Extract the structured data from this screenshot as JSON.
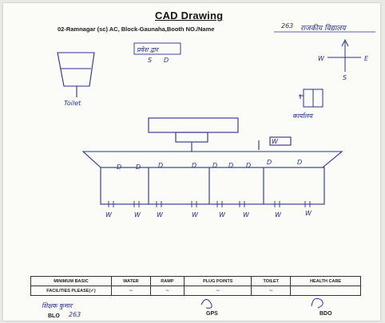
{
  "header": {
    "title": "CAD Drawing",
    "subtitle": "02-Ramnagar (sc) AC, Block-Gaunaha,Booth NO./Name",
    "booth_number": "263",
    "booth_name_handwritten": "राजकीय विद्यालय"
  },
  "drawing": {
    "toilet_label": "Toilet",
    "compass": {
      "west": "W",
      "east": "E",
      "south": "S"
    },
    "window_labels": [
      "W",
      "W",
      "W",
      "W",
      "W",
      "W",
      "W",
      "W"
    ],
    "door_labels": [
      "D",
      "D",
      "D",
      "D",
      "D",
      "D",
      "D",
      "D",
      "D"
    ],
    "entrance_label": "प्रवेश द्वार",
    "entrance_letters": [
      "S",
      "D"
    ],
    "room_hand_note": "कार्यालय",
    "gate_label": "W"
  },
  "facilities_table": {
    "row_header": "MINIMUM BASIC FACILITIES PLEASE(✓)",
    "columns": [
      "WATER",
      "RAMP",
      "PLUG POINTS",
      "TOILET",
      "HEALTH CARE"
    ],
    "values": [
      "~",
      "~",
      "~",
      "~",
      ""
    ]
  },
  "signatures": {
    "blo_label": "BLO",
    "blo_number": "263",
    "blo_name_hand": "शिक्षक कुमार",
    "gps_label": "GPS",
    "bdo_label": "BDO"
  }
}
